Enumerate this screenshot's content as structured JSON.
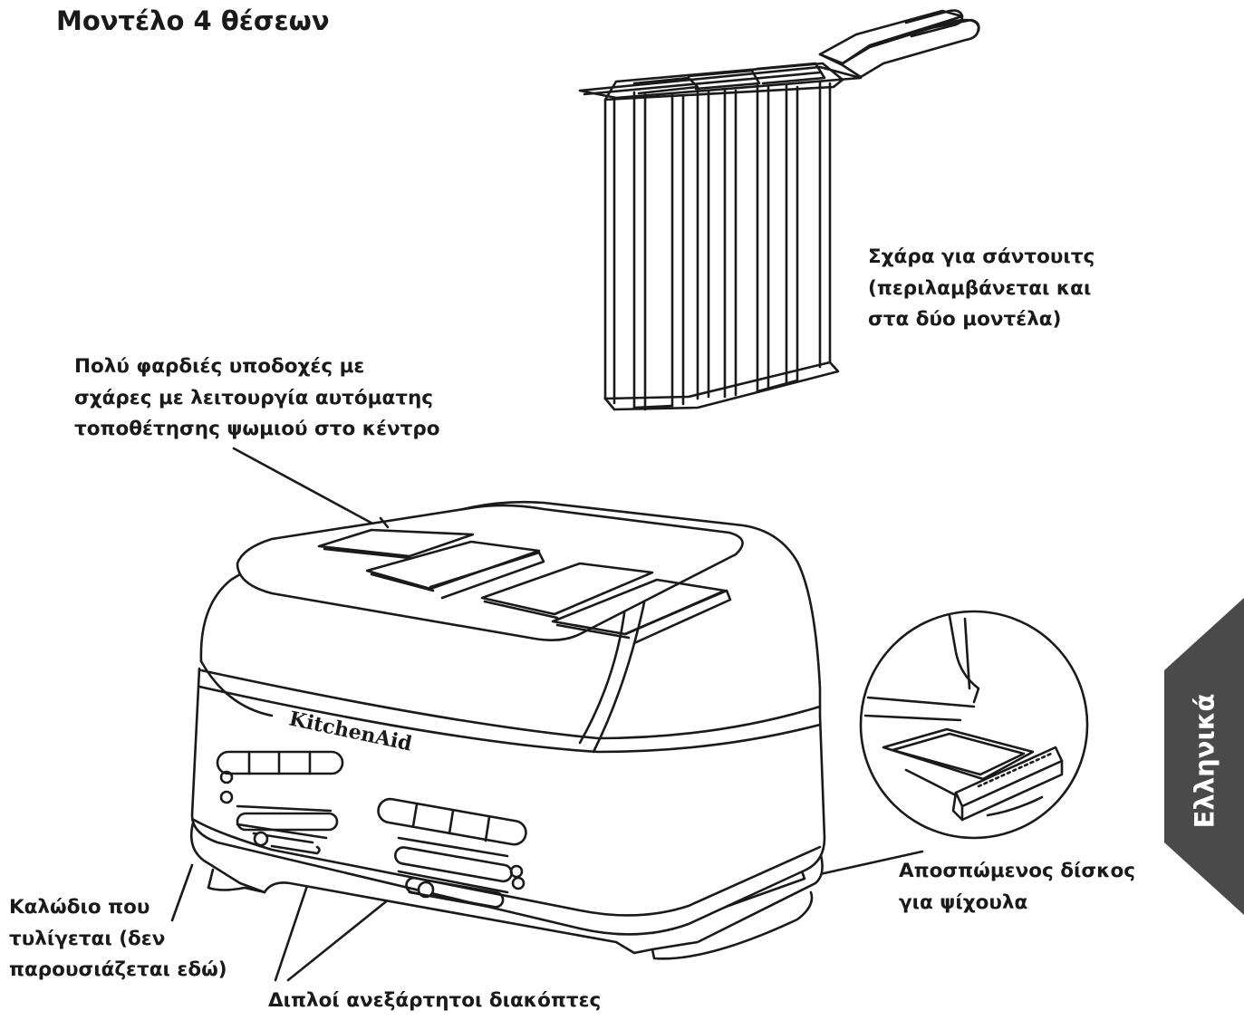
{
  "title": "Μοντέλο 4 θέσεων",
  "labels": {
    "sandwich_rack": [
      "Σχάρα για σάντουιτς",
      "(περιλαμβάνεται και",
      "στα δύο μοντέλα)"
    ],
    "wide_slots": [
      "Πολύ φαρδιές υποδοχές με",
      "σχάρες με λειτουργία αυτόματης",
      "τοποθέτησης ψωμιού στο κέντρο"
    ],
    "cord": [
      "Καλώδιο που",
      "τυλίγεται (δεν",
      "παρουσιάζεται εδώ)"
    ],
    "switches": [
      "Διπλοί ανεξάρτητοι διακόπτες"
    ],
    "crumb_tray": [
      "Αποσπώμενος δίσκος",
      "για ψίχουλα"
    ]
  },
  "brand": "KitchenAid",
  "language_tab": "Ελληνικά",
  "colors": {
    "line": "#1a1a1a",
    "tab": "#4a4a4a",
    "background": "#ffffff"
  }
}
